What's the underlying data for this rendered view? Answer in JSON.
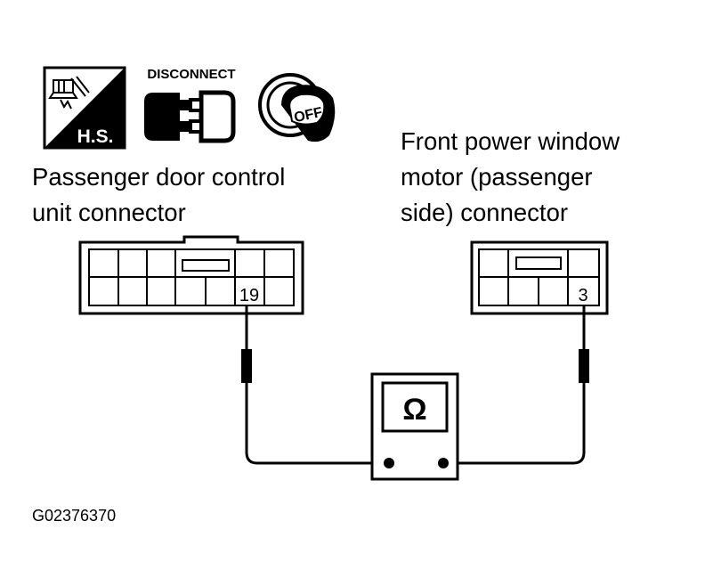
{
  "icons": {
    "harness_sensor_label": "H.S.",
    "disconnect_label": "DISCONNECT",
    "ignition_label": "OFF"
  },
  "left_connector": {
    "label_line1": "Passenger door control",
    "label_line2": "unit connector",
    "terminal": "19"
  },
  "right_connector": {
    "label_line1": "Front power window",
    "label_line2": "motor (passenger",
    "label_line3": "side) connector",
    "terminal": "3"
  },
  "meter": {
    "symbol": "Ω"
  },
  "figure_code": "G02376370"
}
